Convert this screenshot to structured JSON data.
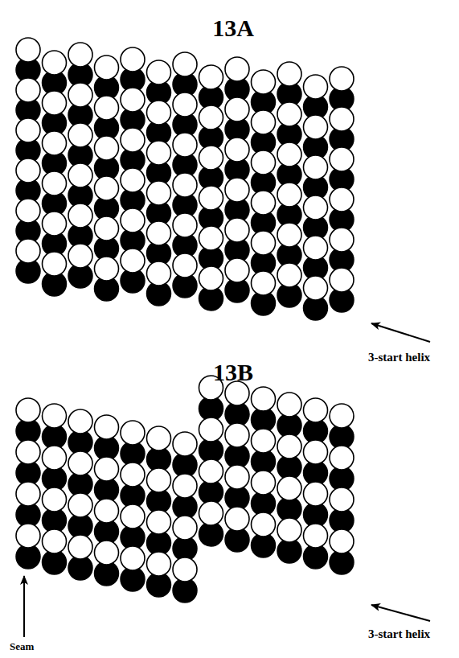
{
  "diagram": {
    "labels": [
      "13A",
      "3-start helix",
      "13B",
      "3-start helix",
      "Seam"
    ]
  }
}
